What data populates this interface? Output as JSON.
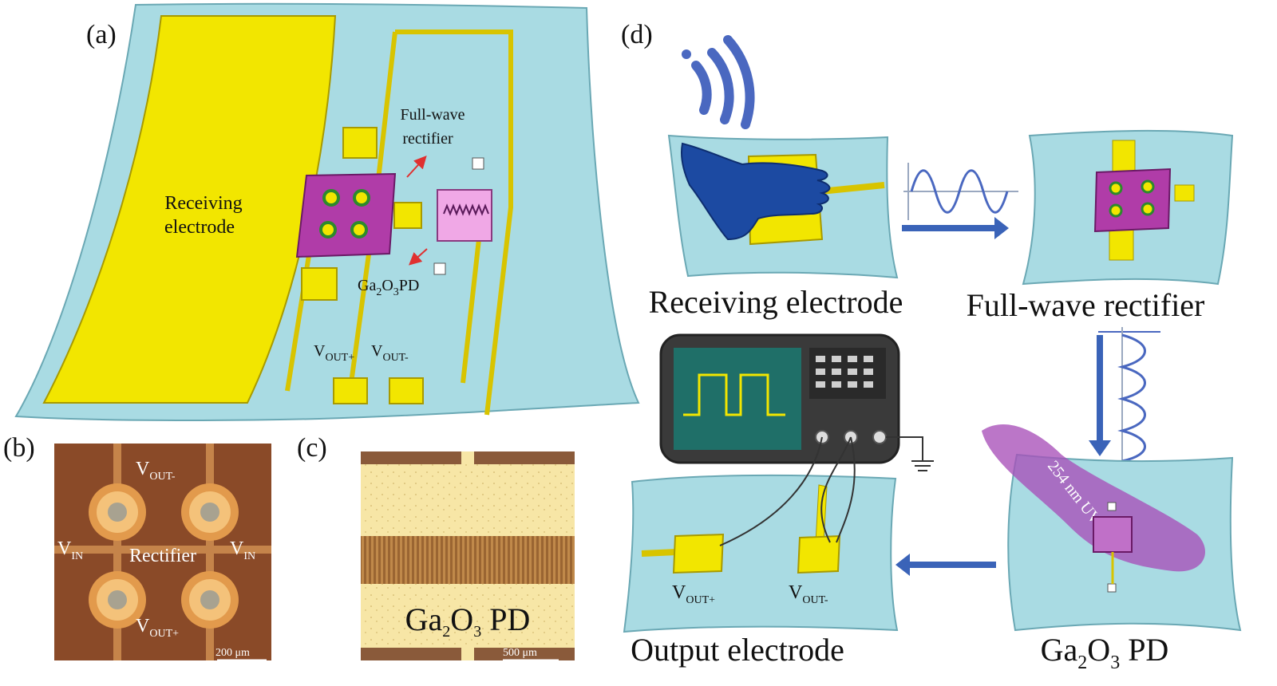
{
  "panel_a": {
    "label": "(a)",
    "receiving": [
      "Receiving",
      "electrode"
    ],
    "rectifier": [
      "Full-wave",
      "rectifier"
    ],
    "pd": {
      "pre": "Ga",
      "sub1": "2",
      "mid": "O",
      "sub2": "3",
      "post": "PD"
    },
    "vout_pos": {
      "main": "V",
      "sub": "OUT+"
    },
    "vout_neg": {
      "main": "V",
      "sub": "OUT-"
    }
  },
  "panel_b": {
    "label": "(b)",
    "vout_neg": {
      "main": "V",
      "sub": "OUT-"
    },
    "vout_pos": {
      "main": "V",
      "sub": "OUT+"
    },
    "vin_left": {
      "main": "V",
      "sub": "IN"
    },
    "vin_right": {
      "main": "V",
      "sub": "IN"
    },
    "center": "Rectifier",
    "scale": "200 μm"
  },
  "panel_c": {
    "label": "(c)",
    "pd": {
      "pre": "Ga",
      "sub1": "2",
      "mid": "O",
      "sub2": "3",
      "post": " PD"
    },
    "scale": "500 μm"
  },
  "panel_d": {
    "label": "(d)",
    "receiving": "Receiving electrode",
    "rectifier": "Full-wave rectifier",
    "output": "Output electrode",
    "pd": {
      "pre": "Ga",
      "sub1": "2",
      "mid": "O",
      "sub2": "3",
      "post": " PD"
    },
    "uv": "254 nm UV",
    "vout_pos": {
      "main": "V",
      "sub": "OUT+"
    },
    "vout_neg": {
      "main": "V",
      "sub": "OUT-"
    }
  },
  "colors": {
    "substrate": "#a9dbe3",
    "gold": "#f2e600",
    "purple": "#b03ca8",
    "copper": "#8a4a28",
    "arrow": "#3a63b8"
  }
}
